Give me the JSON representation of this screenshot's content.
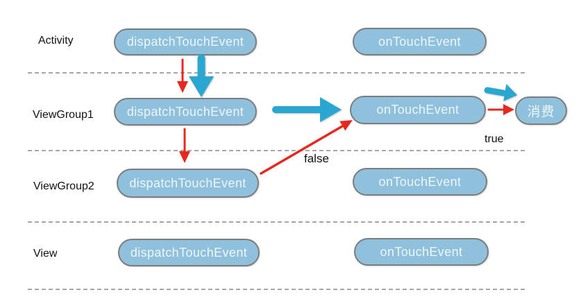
{
  "rows": [
    {
      "label": "Activity"
    },
    {
      "label": "ViewGroup1"
    },
    {
      "label": "ViewGroup2"
    },
    {
      "label": "View"
    }
  ],
  "pill_labels": {
    "dispatch": "dispatchTouchEvent",
    "on_touch": "onTouchEvent",
    "consume": "消费"
  },
  "annotations": {
    "true_label": "true",
    "false_label": "false"
  },
  "colors": {
    "pill_fill": "#8FC0DC",
    "pill_border": "#7D7D7D",
    "pill_text": "#E3EFF7",
    "arrow_red": "#E8281E",
    "arrow_blue": "#2AA7D1",
    "divider": "#A6A6A6",
    "row_label_text": "#111111",
    "background": "#FFFFFF"
  }
}
